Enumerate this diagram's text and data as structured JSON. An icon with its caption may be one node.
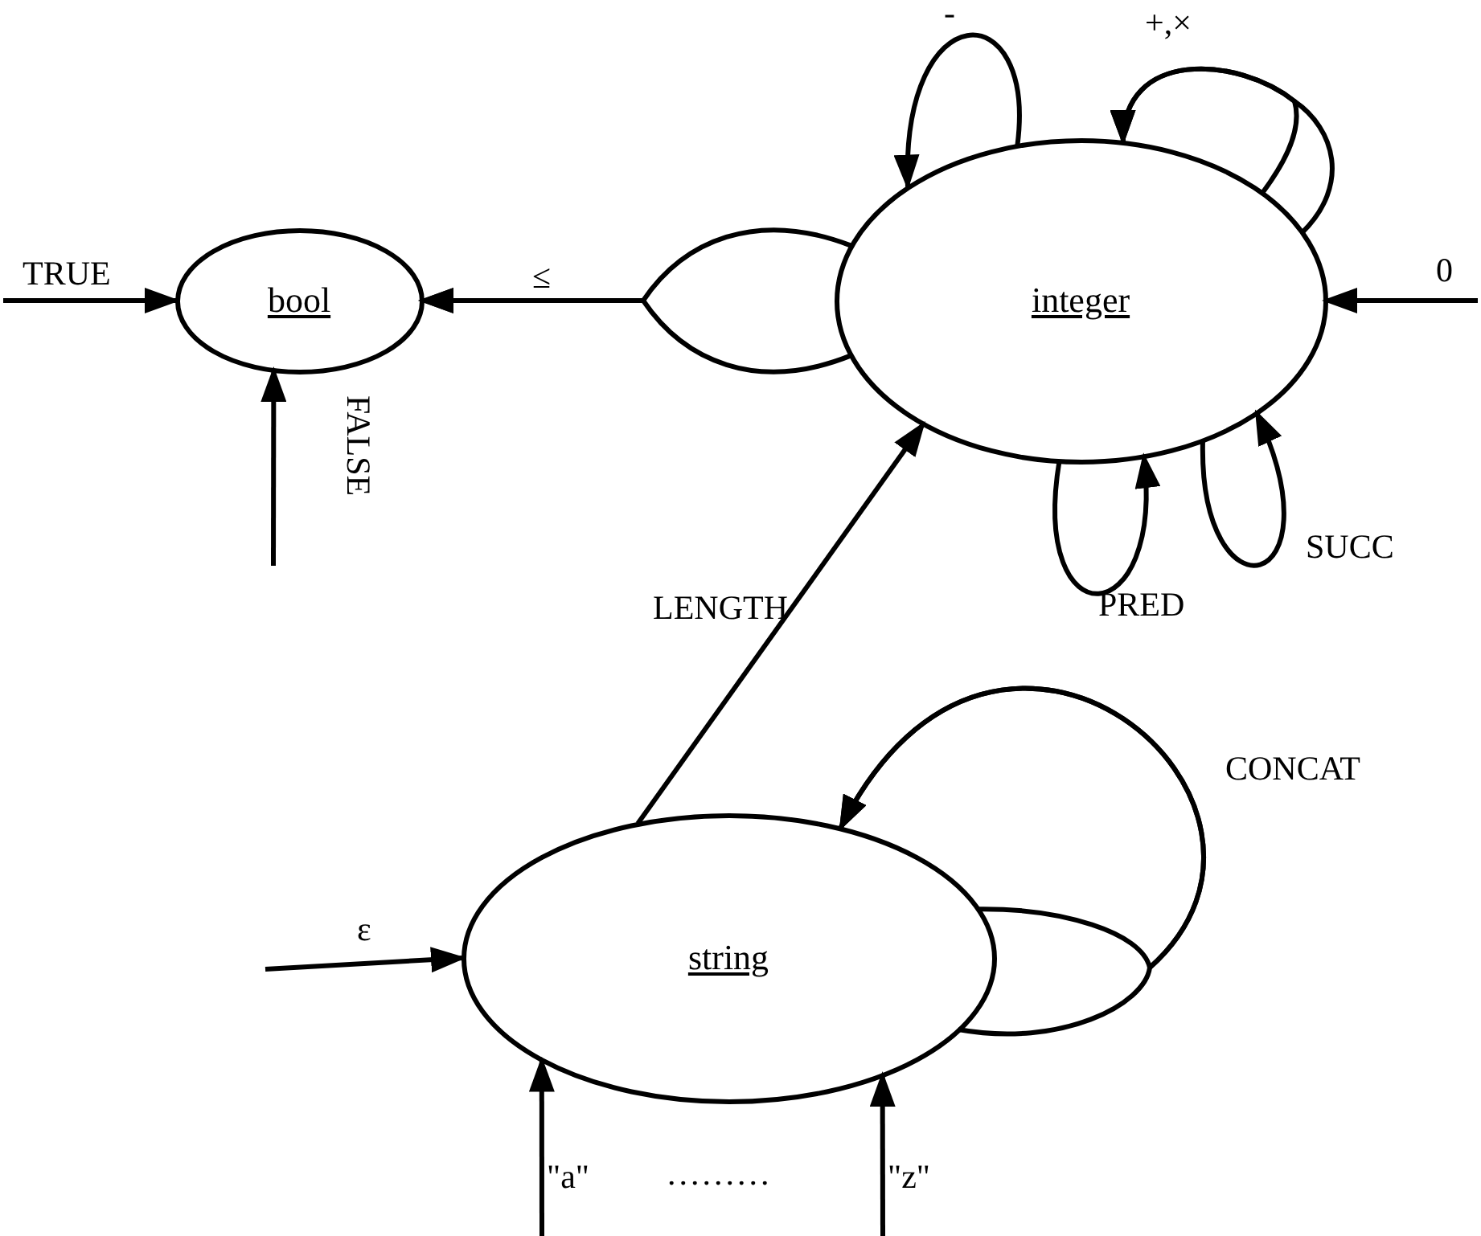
{
  "diagram": {
    "nodes": [
      {
        "text": [
          "bool"
        ]
      },
      {
        "text": [
          "integer"
        ]
      },
      {
        "text": [
          "string"
        ]
      }
    ],
    "edges": [
      {
        "from": null,
        "to": 0,
        "arrow": "to",
        "label": "TRUE"
      },
      {
        "from": null,
        "to": 0,
        "arrow": "to",
        "label": "FALSE"
      },
      {
        "from": 1,
        "to": 0,
        "arrow": "to",
        "label": "≤"
      },
      {
        "from": 1,
        "to": 0,
        "arrow": "to"
      },
      {
        "from": null,
        "to": 1,
        "arrow": "to",
        "label": "0"
      },
      {
        "from": 1,
        "to": 1,
        "arrow": "to",
        "label": "-"
      },
      {
        "from": 1,
        "to": 1,
        "arrow": "to",
        "label": "+,×"
      },
      {
        "from": 1,
        "to": 1,
        "arrow": "to"
      },
      {
        "from": 1,
        "to": 1,
        "arrow": "to",
        "label": "PRED"
      },
      {
        "from": 1,
        "to": 1,
        "arrow": "to",
        "label": "SUCC"
      },
      {
        "from": 2,
        "to": 1,
        "arrow": "to",
        "label": "LENGTH"
      },
      {
        "from": 2,
        "to": 2,
        "arrow": "to",
        "label": "CONCAT"
      },
      {
        "from": 2,
        "to": 2,
        "arrow": "to"
      },
      {
        "from": null,
        "to": 2,
        "arrow": "to",
        "label": "ε"
      },
      {
        "from": null,
        "to": 2,
        "arrow": "to",
        "label": "\"a\""
      },
      {
        "from": null,
        "to": 2,
        "arrow": "to",
        "label": "\"z\""
      }
    ],
    "labels": [
      "........."
    ]
  }
}
